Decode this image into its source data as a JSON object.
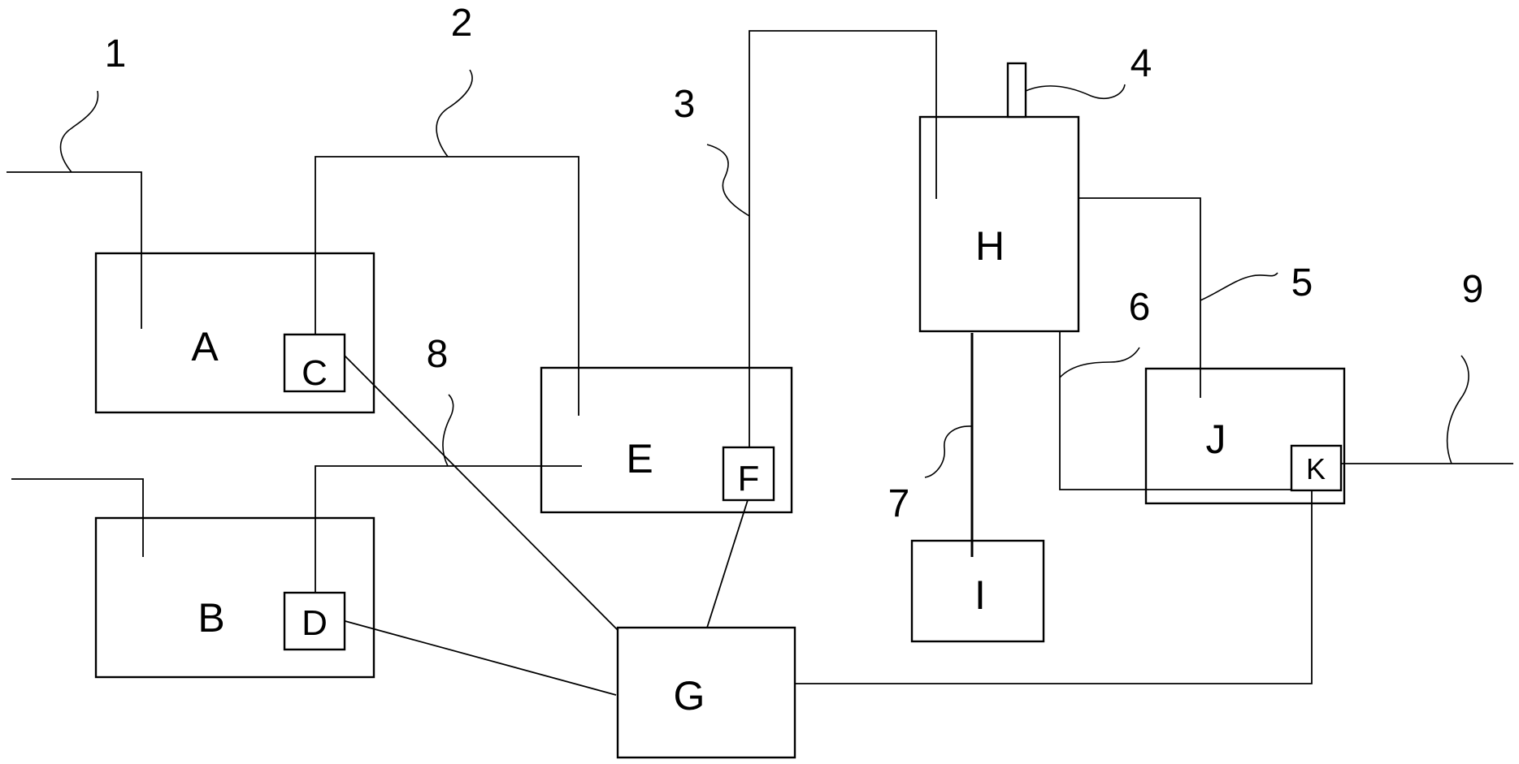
{
  "blocks": {
    "A": "A",
    "B": "B",
    "C": "C",
    "D": "D",
    "E": "E",
    "F": "F",
    "G": "G",
    "H": "H",
    "I": "I",
    "J": "J",
    "K": "K"
  },
  "reference_numerals": {
    "n1": "1",
    "n2": "2",
    "n3": "3",
    "n4": "4",
    "n5": "5",
    "n6": "6",
    "n7": "7",
    "n8": "8",
    "n9": "9"
  }
}
